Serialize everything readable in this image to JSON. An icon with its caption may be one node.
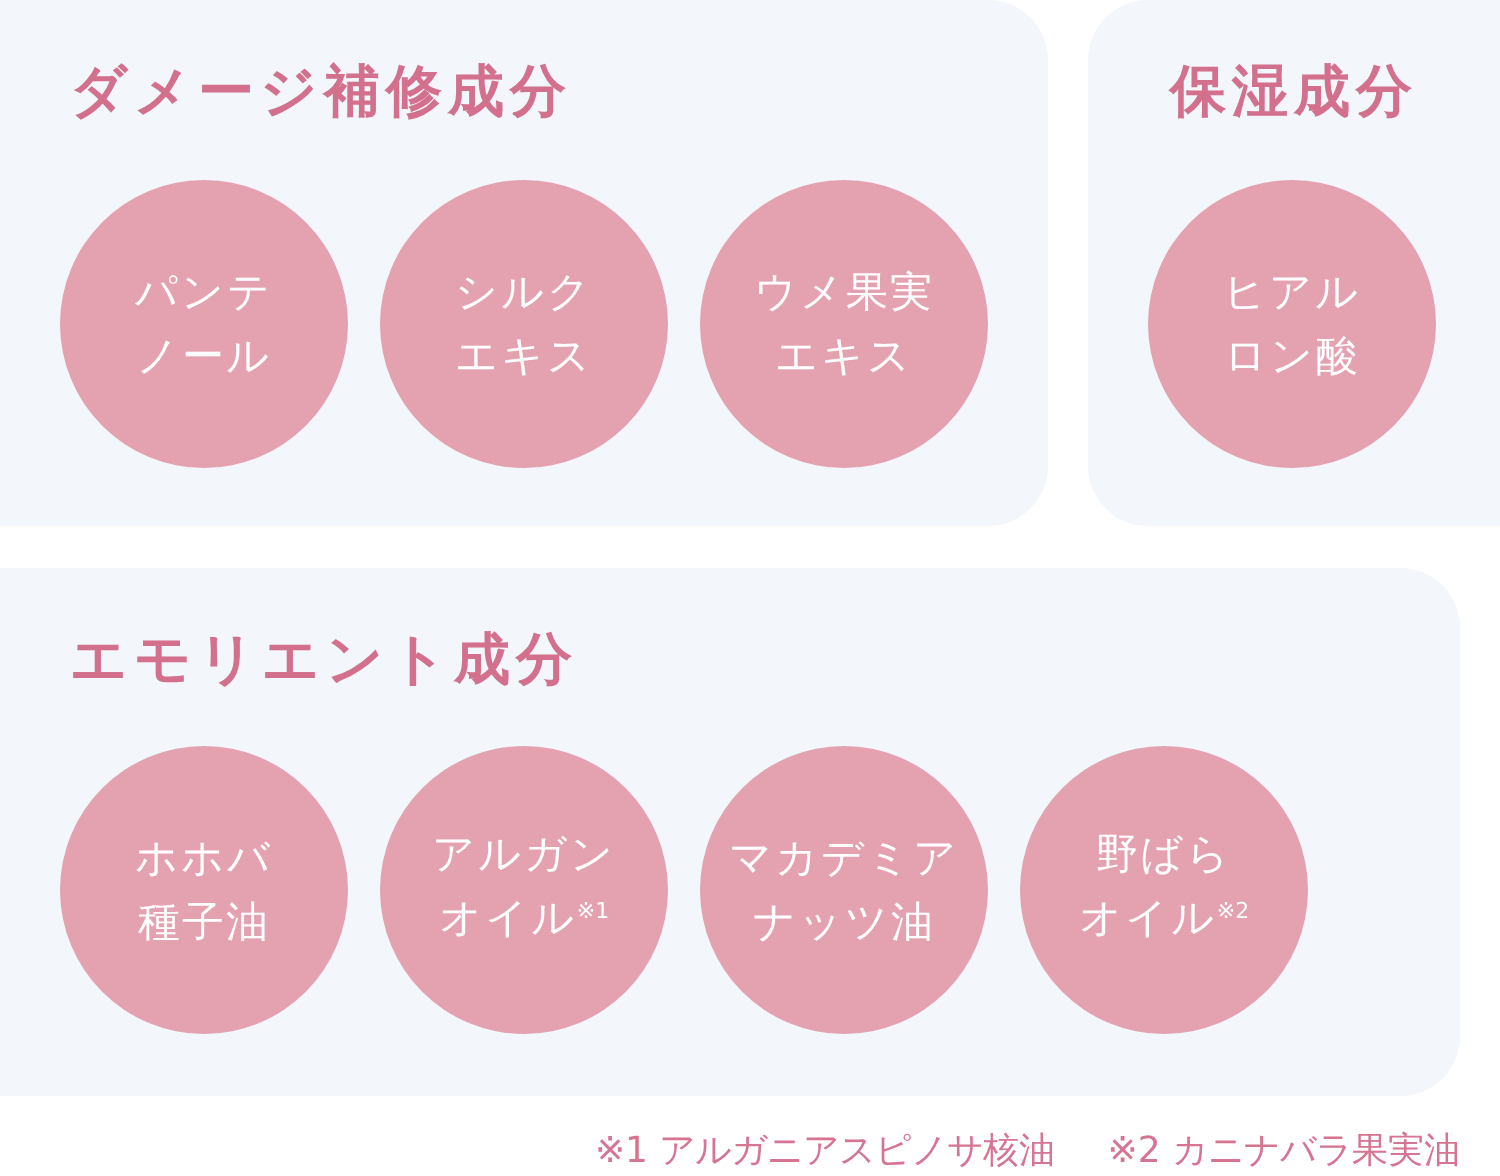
{
  "diagram": {
    "nodes": [
      {
        "text": [
          "ダメージ補修成分"
        ]
      },
      {
        "text": [
          "パンテノール"
        ],
        "in": 0
      },
      {
        "text": [
          "シルクエキス"
        ],
        "in": 0
      },
      {
        "text": [
          "ウメ果実エキス"
        ],
        "in": 0
      },
      {
        "text": [
          "保湿成分"
        ]
      },
      {
        "text": [
          "ヒアルロン酸"
        ],
        "in": 4
      },
      {
        "text": [
          "エモリエント成分"
        ]
      },
      {
        "text": [
          "ホホバ種子油"
        ],
        "in": 6
      },
      {
        "text": [
          "アルガンオイル$^{※1}$"
        ],
        "in": 6
      },
      {
        "text": [
          "マカデミアナッツ油"
        ],
        "in": 6
      },
      {
        "text": [
          "野ばらオイル$^{※2}$"
        ],
        "in": 6
      }
    ],
    "labels": [
      "※1 アルガニアスピノサ核油",
      "※2 カニナバラ果実油"
    ]
  }
}
